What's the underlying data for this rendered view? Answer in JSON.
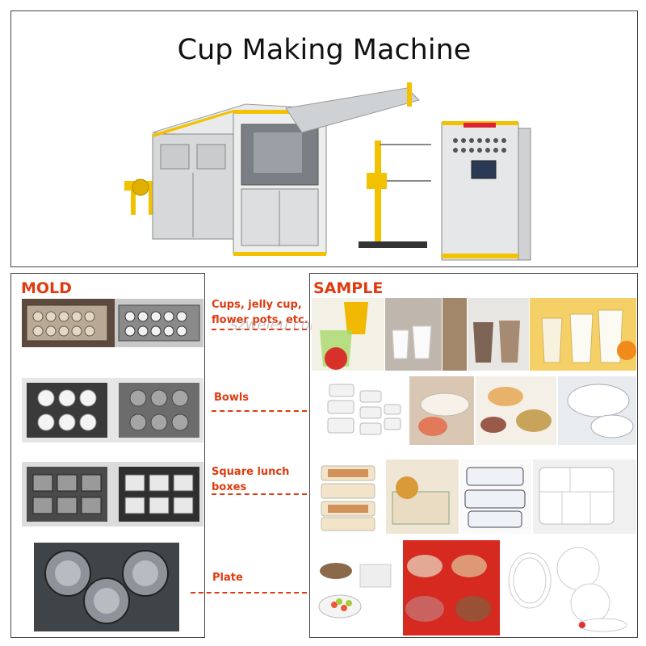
{
  "title": "Cup Making Machine",
  "mold_header": "MOLD",
  "sample_header": "SAMPLE",
  "categories": [
    {
      "label_line1": "Cups, jelly  cup,",
      "label_line2": "flower pots, etc."
    },
    {
      "label_line1": "Bowls",
      "label_line2": ""
    },
    {
      "label_line1": "Square lunch",
      "label_line2": "boxes"
    },
    {
      "label_line1": "Plate",
      "label_line2": ""
    }
  ],
  "watermark": "szweleu.com",
  "colors": {
    "accent": "#e03a0f",
    "machine_yellow": "#f2c200",
    "machine_body": "#d9dadb"
  }
}
